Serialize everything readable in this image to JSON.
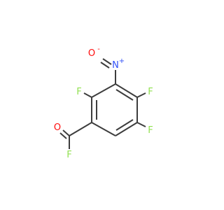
{
  "molecule": {
    "colors": {
      "bond": "#3d3d3d",
      "fluorine": "#90e050",
      "oxygen": "#ff0d0d",
      "nitrogen": "#3050f8"
    },
    "atoms": {
      "o_nitro_single": "O",
      "o_nitro_single_charge": "-",
      "n_nitro": "N",
      "n_nitro_charge": "+",
      "f_ring_left": "F",
      "f_ring_right_top": "F",
      "f_ring_right_bottom": "F",
      "o_carbonyl": "O",
      "f_acyl": "F"
    }
  }
}
